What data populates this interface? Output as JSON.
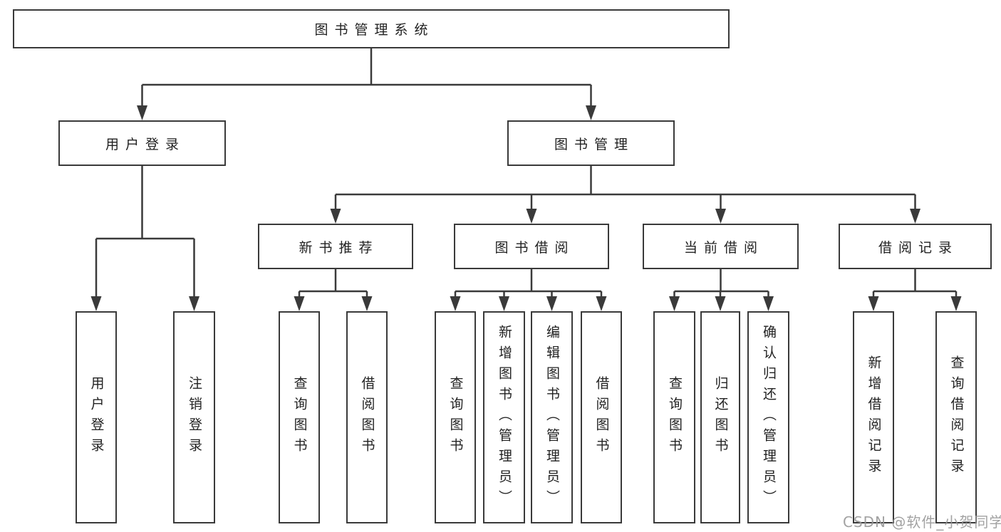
{
  "diagram": {
    "type": "hierarchy-tree",
    "orientation": "top-down",
    "tree": {
      "label": "图书管理系统",
      "children": [
        {
          "label": "用户登录",
          "children": [
            {
              "label": "用户登录"
            },
            {
              "label": "注销登录"
            }
          ]
        },
        {
          "label": "图书管理",
          "children": [
            {
              "label": "新书推荐",
              "children": [
                {
                  "label": "查询图书"
                },
                {
                  "label": "借阅图书"
                }
              ]
            },
            {
              "label": "图书借阅",
              "children": [
                {
                  "label": "查询图书"
                },
                {
                  "label": "新增图书（管理员）"
                },
                {
                  "label": "编辑图书（管理员）"
                },
                {
                  "label": "借阅图书"
                }
              ]
            },
            {
              "label": "当前借阅",
              "children": [
                {
                  "label": "查询图书"
                },
                {
                  "label": "归还图书"
                },
                {
                  "label": "确认归还（管理员）"
                }
              ]
            },
            {
              "label": "借阅记录",
              "children": [
                {
                  "label": "新增借阅记录"
                },
                {
                  "label": "查询借阅记录"
                }
              ]
            }
          ]
        }
      ]
    }
  },
  "watermark": {
    "text": "CSDN @软件_小贺同学"
  },
  "colors": {
    "background": "#ffffff",
    "line": "#3a3a3a",
    "box_border": "#3a3a3a",
    "text": "#222222",
    "watermark": "#989898"
  }
}
